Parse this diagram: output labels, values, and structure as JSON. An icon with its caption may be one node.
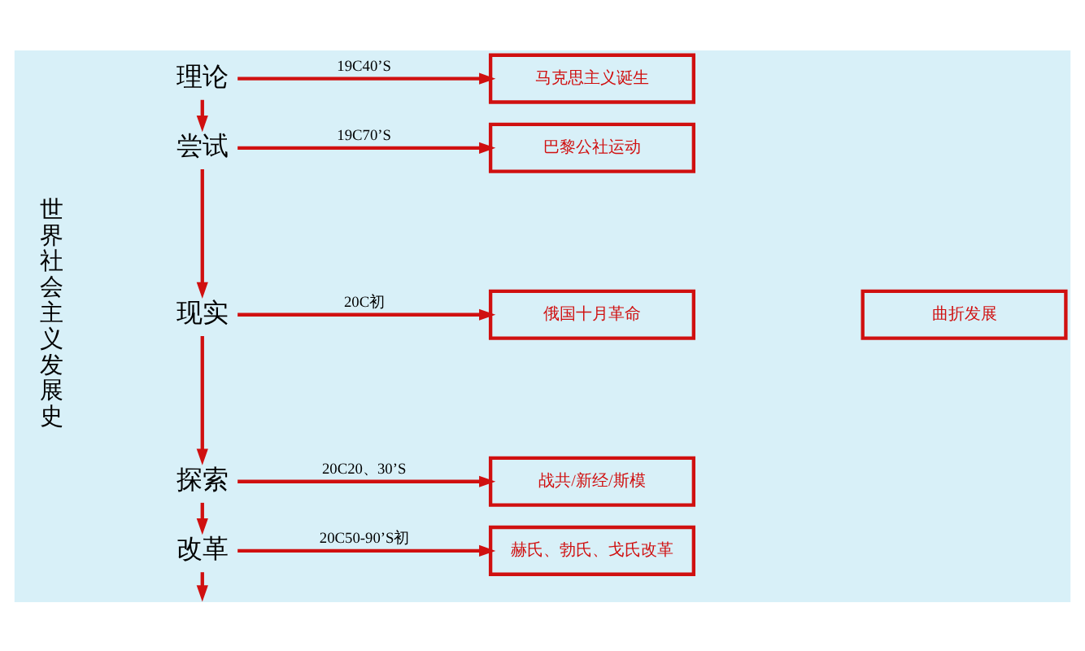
{
  "diagram": {
    "nodes": [
      {
        "text": [
          "理论"
        ]
      },
      {
        "text": [
          "马克思主义诞生"
        ]
      },
      {
        "text": [
          "尝试"
        ]
      },
      {
        "text": [
          "巴黎公社运动"
        ]
      },
      {
        "text": [
          "现实"
        ]
      },
      {
        "text": [
          "俄国十月革命"
        ]
      },
      {
        "text": [
          "探索"
        ]
      },
      {
        "text": [
          "战共/新经/斯模"
        ]
      },
      {
        "text": [
          "改革"
        ]
      },
      {
        "text": [
          "赫氏、勃氏、戈氏改革"
        ]
      },
      {
        "text": [
          "曲折发展"
        ]
      }
    ],
    "edges": [
      {
        "from": 0,
        "to": 1,
        "arrow": "to",
        "label": "19C40’S"
      },
      {
        "from": 0,
        "to": 2,
        "arrow": "to"
      },
      {
        "from": 2,
        "to": 3,
        "arrow": "to",
        "label": "19C70’S"
      },
      {
        "from": 2,
        "to": 4,
        "arrow": "to"
      },
      {
        "from": 4,
        "to": 5,
        "arrow": "to",
        "label": "20C初"
      },
      {
        "from": 4,
        "to": 6,
        "arrow": "to"
      },
      {
        "from": 6,
        "to": 7,
        "arrow": "to",
        "label": "20C20、30’S"
      },
      {
        "from": 6,
        "to": 8,
        "arrow": "to"
      },
      {
        "from": 8,
        "to": 9,
        "arrow": "to",
        "label": "20C50-90’S初"
      },
      {
        "from": 8,
        "to": null,
        "arrow": "to"
      }
    ],
    "labels": [
      "世界社会主义发展史"
    ]
  }
}
